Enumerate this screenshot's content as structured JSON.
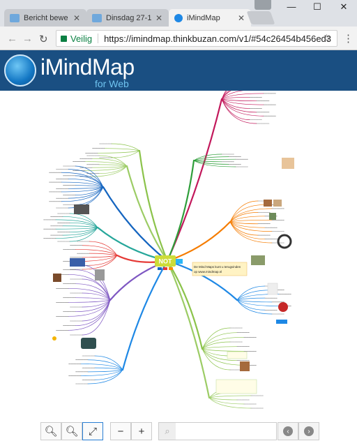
{
  "tabs": [
    {
      "label": "Bericht bewe",
      "close": "✕",
      "active": false
    },
    {
      "label": "Dinsdag 27-1",
      "close": "✕",
      "active": false
    },
    {
      "label": "iMindMap",
      "close": "✕",
      "active": true
    }
  ],
  "window": {
    "minimize": "—",
    "maximize": "☐",
    "close": "✕"
  },
  "nav": {
    "back": "←",
    "forward": "→",
    "reload": "↻"
  },
  "address": {
    "secure_label": "Veilig",
    "url": "https://imindmap.thinkbuzan.com/v1/#54c26454b456ed3"
  },
  "app": {
    "brand": "iMindMap",
    "subtitle": "for Web"
  },
  "mindmap": {
    "central": "NOT",
    "note": "De Mind Maps kunt u terugvinden op www.mindmap.nl",
    "branch_colors": [
      "#c2185b",
      "#2e9e3a",
      "#f57c00",
      "#1e88e5",
      "#8bc34a",
      "#6a1b9a",
      "#7e57c2",
      "#1565c0",
      "#26a69a",
      "#9ccc65",
      "#e53935",
      "#3f51b5"
    ]
  },
  "controls": {
    "zoom_out": "−",
    "zoom_in": "+",
    "fit": "⤢",
    "collapse": "−",
    "expand": "+",
    "search_placeholder": "",
    "prev": "‹",
    "next": "›"
  }
}
